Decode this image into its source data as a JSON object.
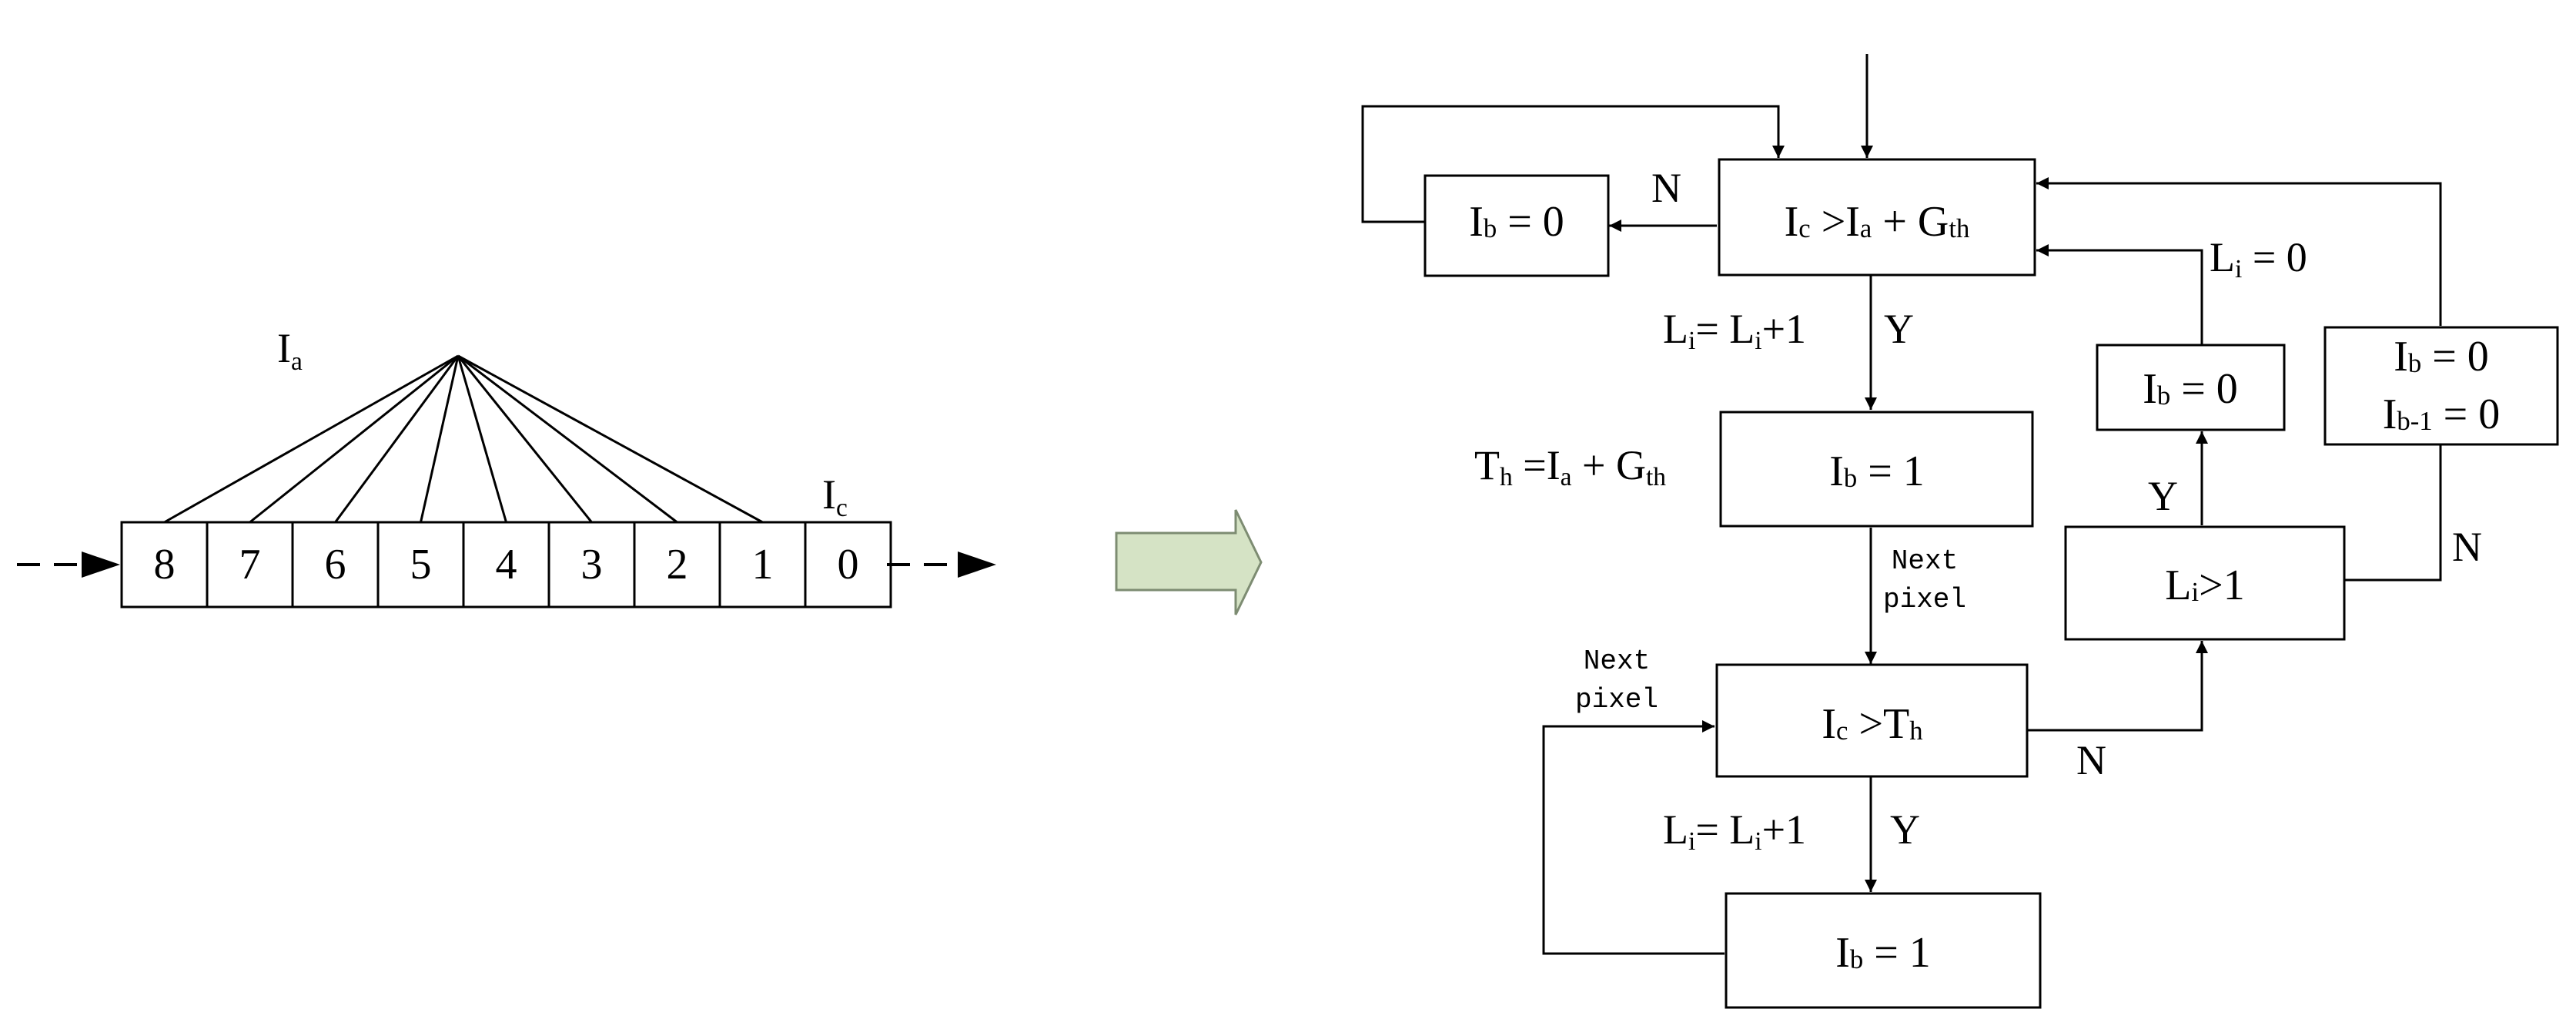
{
  "buffer": {
    "cells": [
      "8",
      "7",
      "6",
      "5",
      "4",
      "3",
      "2",
      "1",
      "0"
    ],
    "label_a": "I",
    "label_a_sub": "a",
    "label_c": "I",
    "label_c_sub": "c"
  },
  "arrow_color": "#d5e3c5",
  "arrow_border": "#7d8c72",
  "flow": {
    "cond1": {
      "p1": "I",
      "s1": "c",
      "p2": " >I",
      "s2": "a",
      "p3": " + G",
      "s3": "th"
    },
    "ib0_left": {
      "p1": "I",
      "s1": "b",
      "p2": " = 0"
    },
    "n_left": "N",
    "inc1": {
      "p1": "L",
      "s1": "i",
      "p2": "= L",
      "s2": "i",
      "p3": "+1"
    },
    "y1": "Y",
    "ib1_top": {
      "p1": "I",
      "s1": "b",
      "p2": " = 1"
    },
    "th_label": {
      "p1": "T",
      "s1": "h",
      "p2": " =I",
      "s2": "a",
      "p3": " + G",
      "s3": "th"
    },
    "next_pixel_1": [
      "Next",
      "pixel"
    ],
    "next_pixel_2": [
      "Next",
      "pixel"
    ],
    "cond2": {
      "p1": "I",
      "s1": "c",
      "p2": " >T",
      "s2": "h"
    },
    "n_cond2": "N",
    "inc2": {
      "p1": "L",
      "s1": "i",
      "p2": "= L",
      "s2": "i",
      "p3": "+1"
    },
    "y2": "Y",
    "ib1_bottom": {
      "p1": "I",
      "s1": "b",
      "p2": " = 1"
    },
    "li_gt1": {
      "p1": "L",
      "s1": "i",
      "p2": ">1"
    },
    "y_li": "Y",
    "n_li": "N",
    "ib0_mid": {
      "p1": "I",
      "s1": "b",
      "p2": " = 0"
    },
    "li_reset": {
      "p1": "L",
      "s1": "i",
      "p2": " = 0"
    },
    "ib0_right_1": {
      "p1": "I",
      "s1": "b",
      "p2": " = 0"
    },
    "ib0_right_2": {
      "p1": "I",
      "s1": "b-1",
      "p2": " = 0"
    }
  }
}
